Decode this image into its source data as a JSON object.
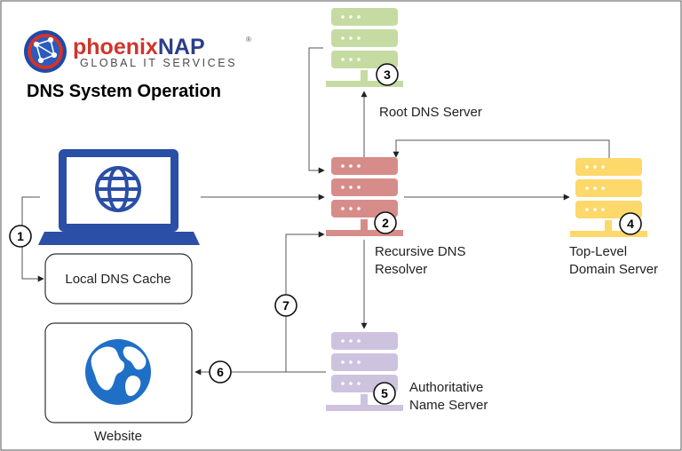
{
  "logo": {
    "brand_part1": "phoenix",
    "brand_part2": "NAP",
    "trademark": "®",
    "tagline": "GLOBAL IT SERVICES"
  },
  "title": "DNS System Operation",
  "nodes": {
    "local_cache": "Local DNS Cache",
    "website": "Website",
    "root_server": "Root DNS Server",
    "resolver_line1": "Recursive DNS",
    "resolver_line2": "Resolver",
    "tld_line1": "Top-Level",
    "tld_line2": "Domain Server",
    "auth_line1": "Authoritative",
    "auth_line2": "Name Server"
  },
  "steps": [
    "1",
    "2",
    "3",
    "4",
    "5",
    "6",
    "7"
  ],
  "colors": {
    "brand_red": "#d0342c",
    "brand_blue": "#2b3e8c",
    "laptop": "#2b4ea6",
    "globe": "#1f6fc6",
    "root_server": "#c5dba2",
    "resolver": "#d68d8a",
    "tld_server": "#fdd86a",
    "auth_server": "#cdc3df"
  },
  "icons": [
    "phoenixnap-logo",
    "laptop-icon",
    "globe-icon",
    "world-map-icon",
    "server-icon"
  ]
}
